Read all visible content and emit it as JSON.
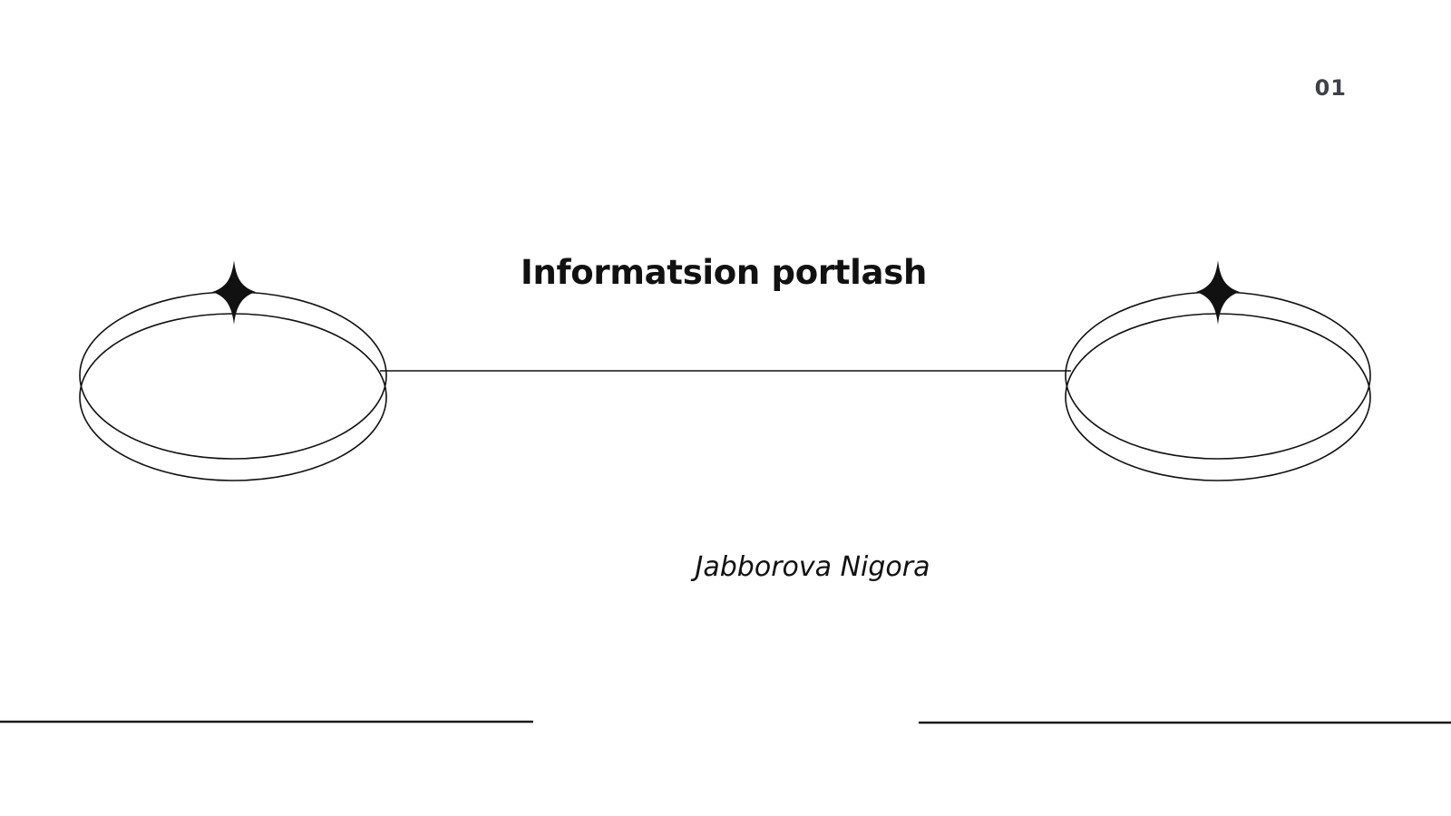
{
  "slide": {
    "page_number": "01",
    "title": "Informatsion portlash",
    "author": "Jabborova Nigora"
  },
  "icons": {
    "sparkle": "four-point-sparkle",
    "sparkle_glyph": "✦",
    "rings": "double-ellipse-orbit-rings"
  },
  "colors": {
    "background": "#ffffff",
    "ink": "#111111",
    "page_number": "#3d4249",
    "rule": "#1a1a1a"
  }
}
